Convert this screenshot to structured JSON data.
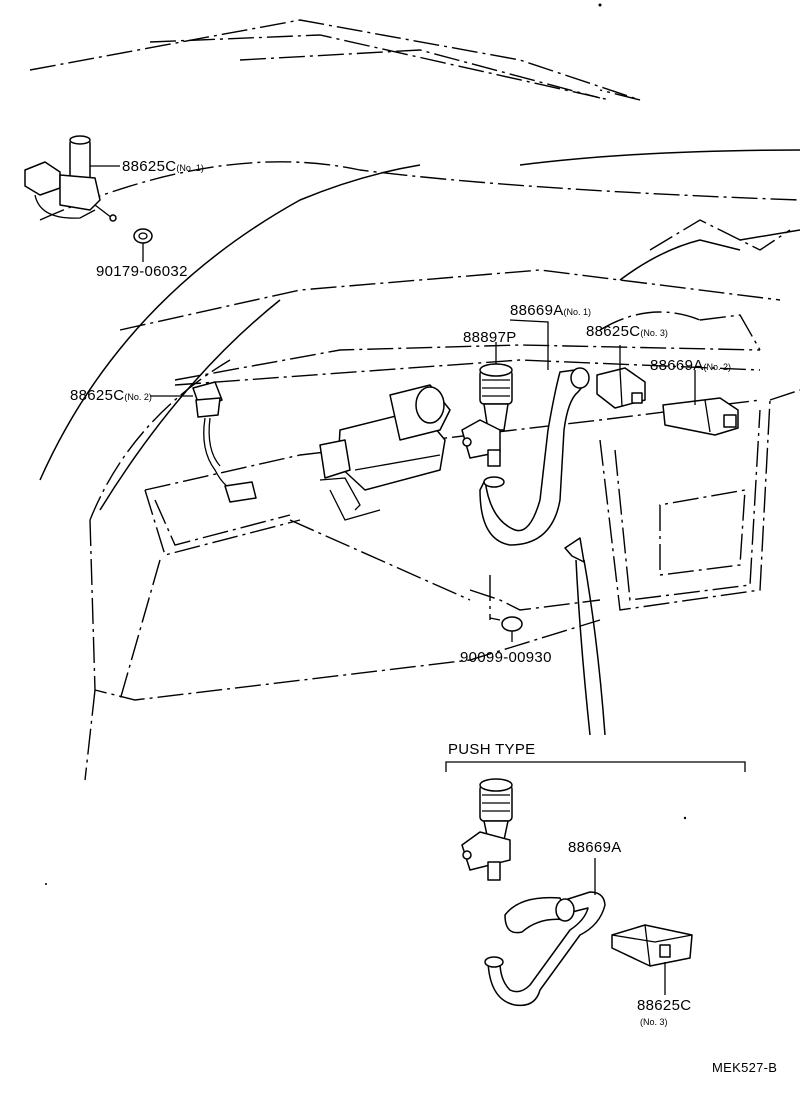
{
  "diagram": {
    "labels": {
      "p88625c_1": "88625C",
      "p88625c_1_sub": "(No. 1)",
      "p90179": "90179-06032",
      "p88625c_2": "88625C",
      "p88625c_2_sub": "(No. 2)",
      "p88669a_1": "88669A",
      "p88669a_1_sub": "(No. 1)",
      "p88897p": "88897P",
      "p88625c_3": "88625C",
      "p88625c_3_sub": "(No. 3)",
      "p88669a_2": "88669A",
      "p88669a_2_sub": "(No. 2)",
      "p90099": "90099-00930",
      "push_type": "PUSH TYPE",
      "push_88669a": "88669A",
      "push_88625c": "88625C",
      "push_88625c_sub": "(No. 3)",
      "ref_code": "MEK527-B"
    }
  }
}
